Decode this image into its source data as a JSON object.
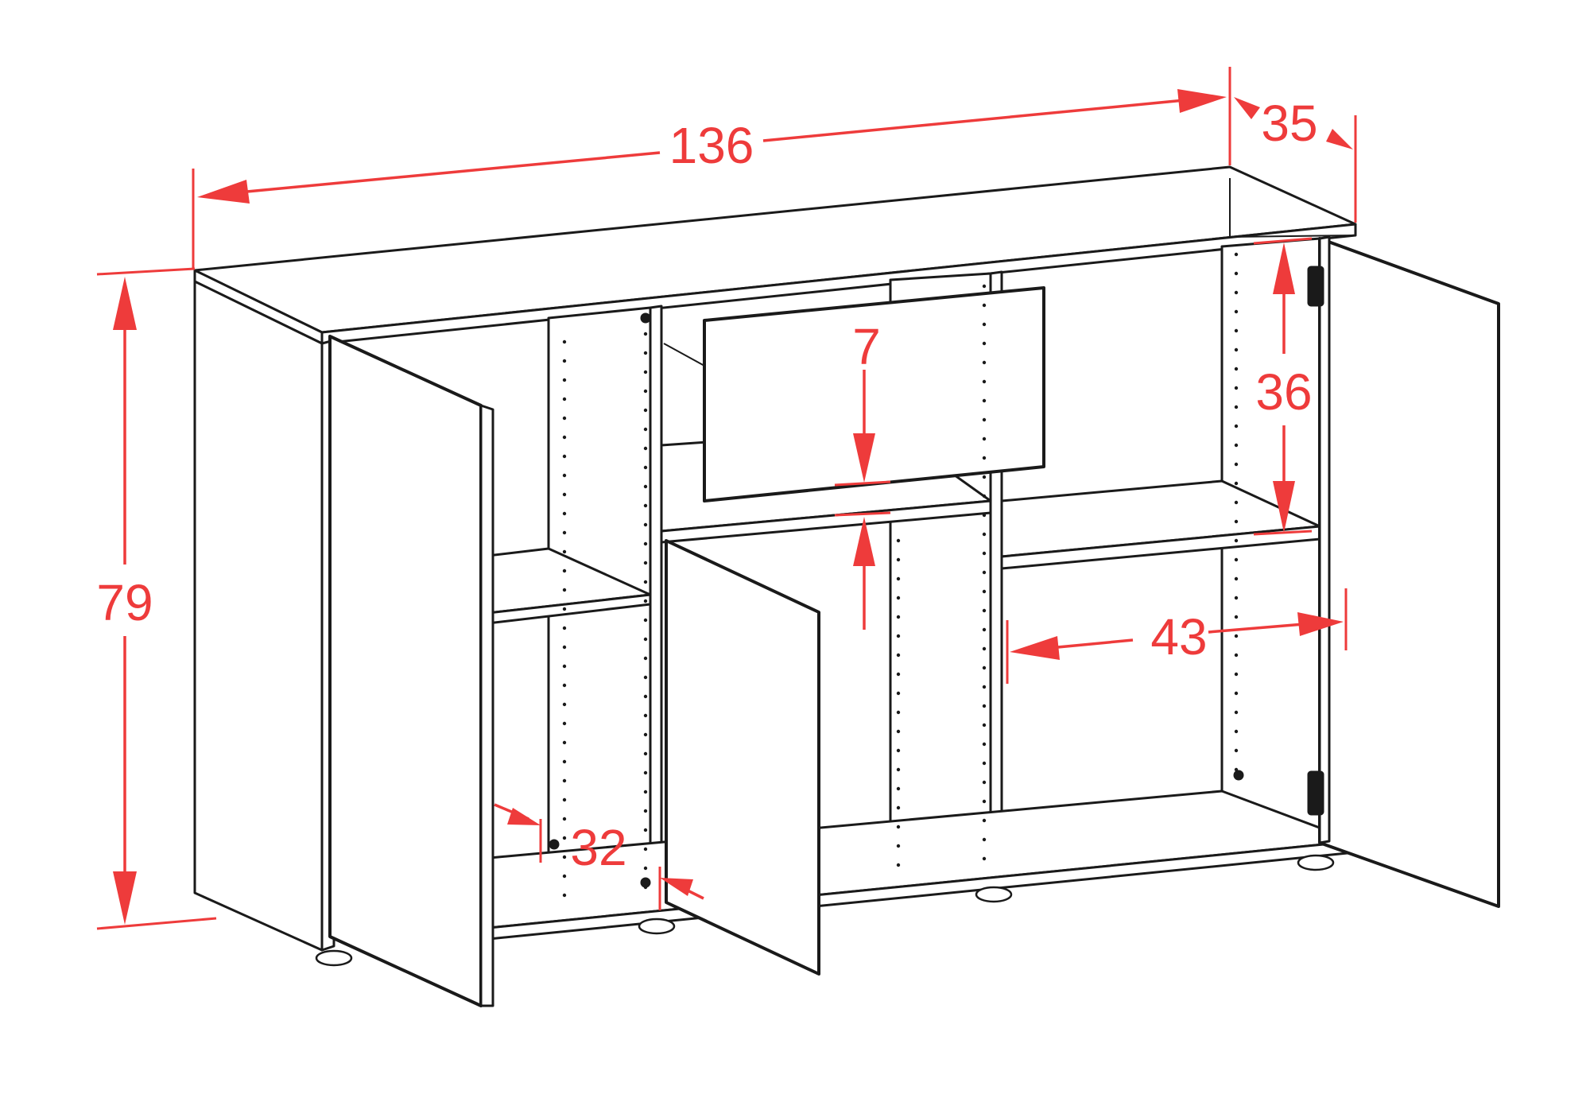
{
  "diagram": {
    "colors": {
      "outline": "#1a1a1a",
      "dimension": "#ee3b3b",
      "background": "#ffffff"
    },
    "dimensions": {
      "width": "136",
      "depth": "35",
      "height": "79",
      "drawer_height": "7",
      "compartment_height": "36",
      "compartment_width": "43",
      "panel_offset": "32"
    }
  }
}
